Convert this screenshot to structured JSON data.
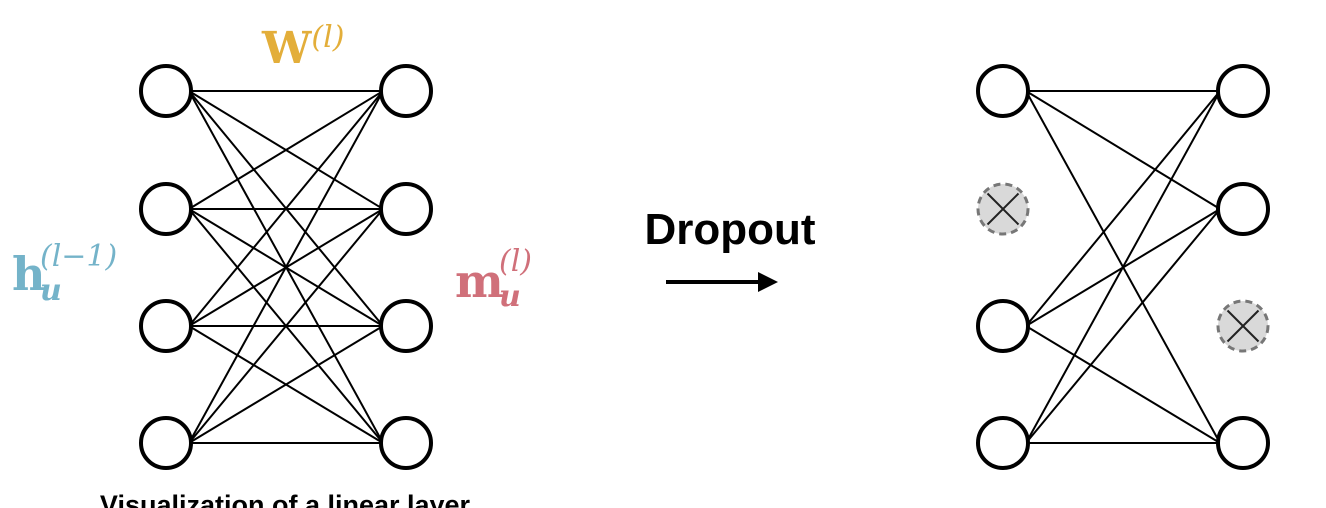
{
  "labels": {
    "weight_symbol": "W",
    "weight_superscript": "(l)",
    "input_symbol": "h",
    "input_subscript": "u",
    "input_superscript": "(l−1)",
    "output_symbol": "m",
    "output_subscript": "u",
    "output_superscript": "(l)",
    "dropout_text": "Dropout",
    "caption": "Visualization of a linear layer"
  },
  "colors": {
    "weight": "#E3AE3A",
    "input": "#74B3C9",
    "output": "#D0707A",
    "dropped_fill": "#D9D9D9",
    "stroke": "#000000"
  },
  "dropout_network": {
    "dropped_left_nodes": [
      1
    ],
    "dropped_right_nodes": [
      2
    ]
  },
  "icons": {
    "arrow": "right-arrow-icon",
    "dropped": "cross-circle-icon"
  }
}
